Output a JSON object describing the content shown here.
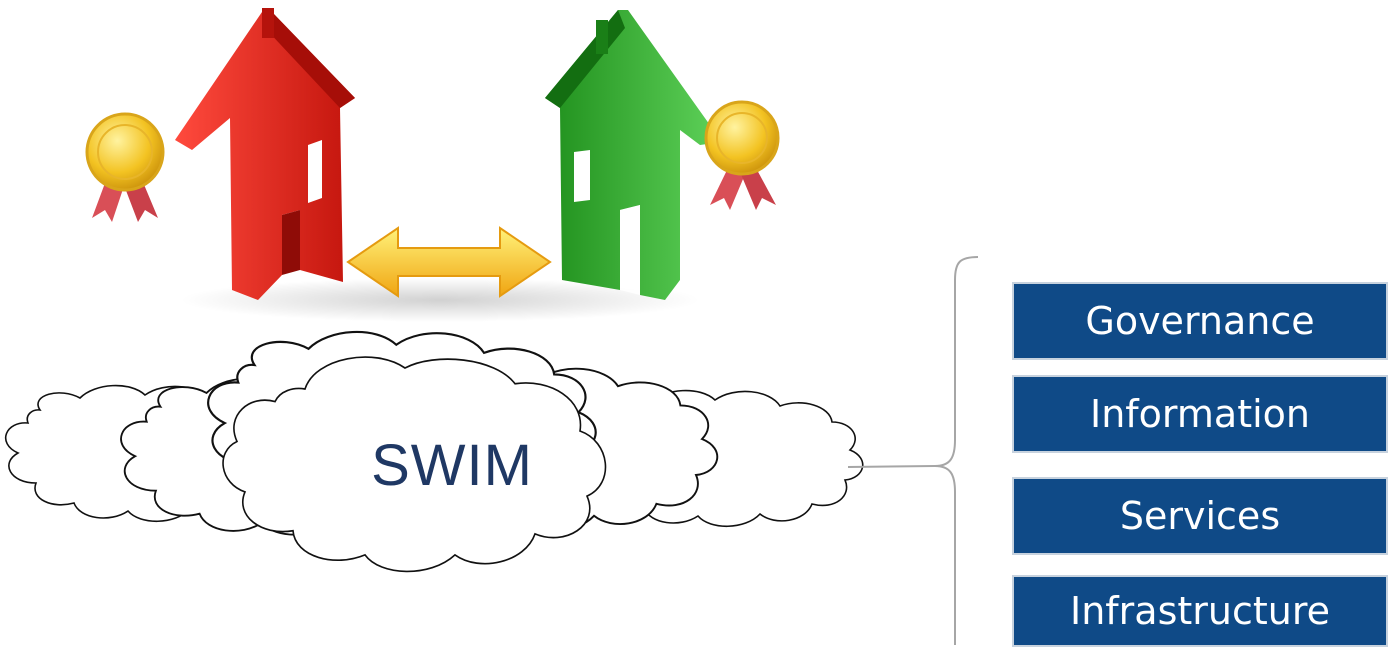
{
  "cloud": {
    "label": "SWIM"
  },
  "layers": [
    {
      "label": "Governance"
    },
    {
      "label": "Information"
    },
    {
      "label": "Services"
    },
    {
      "label": "Infrastructure"
    }
  ],
  "illustration": {
    "left_house_color": "#e0241b",
    "right_house_color": "#2ea52a",
    "arrow_color": "#f5c518",
    "medal_color": "#f3c322",
    "ribbon_color": "#d94f57"
  },
  "colors": {
    "layer_box": "#0f4a87",
    "cloud_text": "#1f3864",
    "bracket": "#a6a6a6"
  }
}
